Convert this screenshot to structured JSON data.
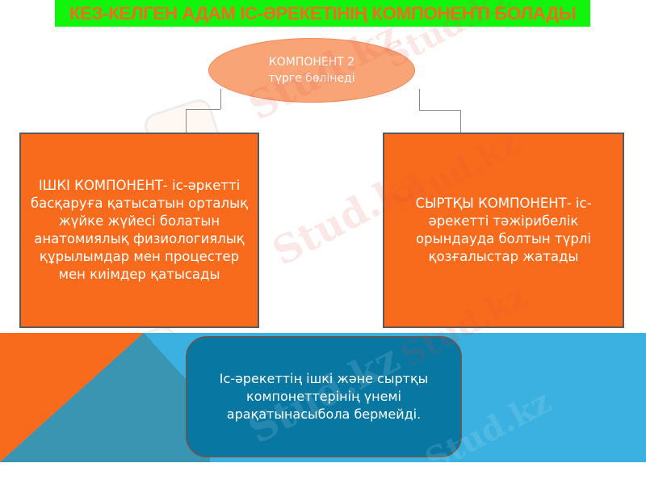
{
  "title": {
    "text": "КЕЗ-КЕЛГЕН АДАМ ІС-ӘРЕКЕТІНІҢ КОМПОНЕНТІ БОЛАДЫ",
    "background": "#11f50d",
    "color": "#f26b22"
  },
  "root_node": {
    "line1": "КОМПОНЕНТ 2",
    "line2": "түрге бөлінеді",
    "fill": "#f9a477"
  },
  "children": [
    {
      "text": "ІШКІ КОМПОНЕНТ- іс-әркетті басқаруға қатысатын орталық жүйке жүйесі болатын анатомиялық физиологиялық құрылымдар мен процестер мен киімдер қатысады",
      "fill": "#f96b1c"
    },
    {
      "text": "СЫРТҚЫ КОМПОНЕНТ- іс-әрекетті тәжірибелік орындауда болтын түрлі қозғалыстар жатады",
      "fill": "#f96b1c"
    }
  ],
  "footer_note": {
    "text": "Іс-әрекеттің ішкі және сыртқы компонеттерінің үнемі арақатынасыбола бермейді.",
    "fill": "#0878a3"
  },
  "colors": {
    "band_blue": "#3ab1e0",
    "band_teal": "#3a95b3",
    "band_orange": "#f96b1c",
    "connector": "#8a8a8a"
  },
  "watermark": {
    "text": "Stud.kz"
  }
}
